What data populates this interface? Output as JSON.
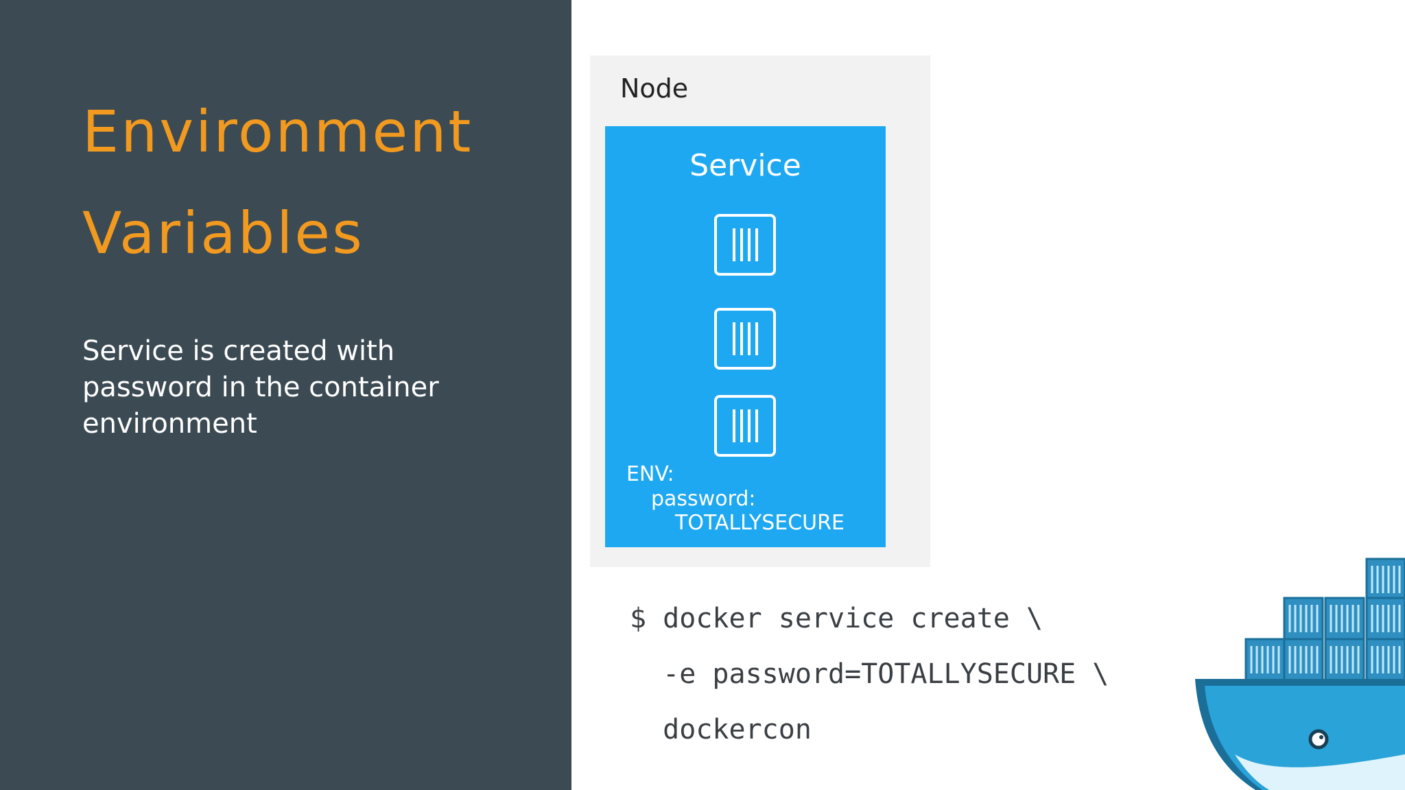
{
  "slide": {
    "title_lines": [
      "Environment",
      "Variables"
    ],
    "description_lines": [
      "Service is created with",
      "password in the container",
      "environment"
    ]
  },
  "diagram": {
    "node_label": "Node",
    "service_label": "Service",
    "container_count": 3,
    "env_label": "ENV:",
    "env_key": "password:",
    "env_value": "TOTALLYSECURE"
  },
  "code": {
    "lines": [
      "$ docker service create \\",
      "  -e password=TOTALLYSECURE \\",
      "  dockercon"
    ]
  },
  "colors": {
    "left_panel": "#3c4a53",
    "title": "#f29a1f",
    "service_box": "#1fa8f2",
    "node_box": "#f2f2f2"
  },
  "logo": {
    "name": "docker-whale-logo"
  }
}
